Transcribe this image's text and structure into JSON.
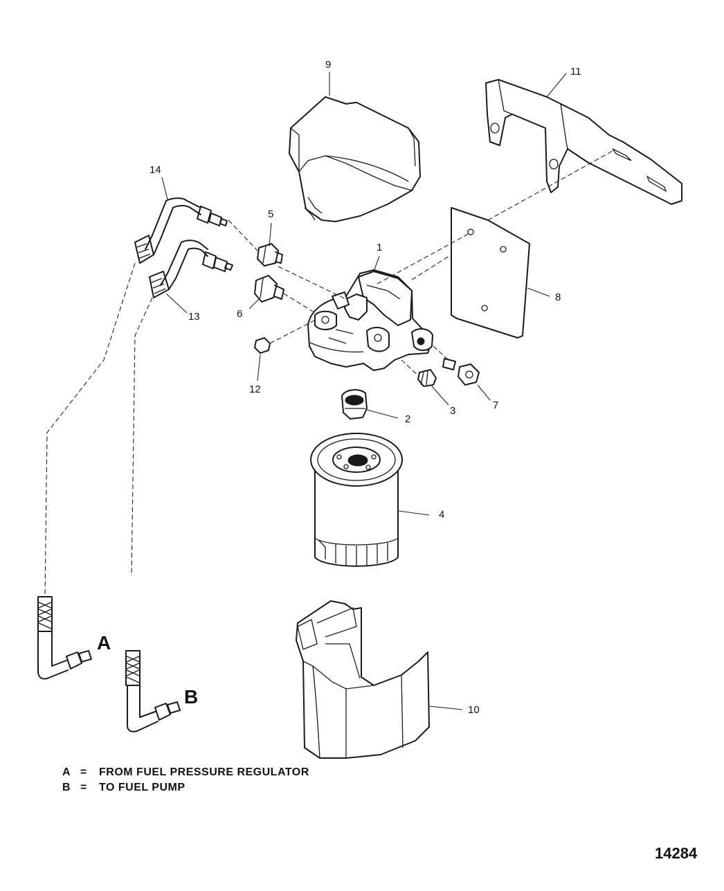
{
  "callouts": {
    "c1": "1",
    "c2": "2",
    "c3": "3",
    "c4": "4",
    "c5": "5",
    "c6": "6",
    "c7": "7",
    "c8": "8",
    "c9": "9",
    "c10": "10",
    "c11": "11",
    "c12": "12",
    "c13": "13",
    "c14": "14"
  },
  "line_ends": {
    "a": "A",
    "b": "B"
  },
  "legend": [
    {
      "letter": "A",
      "sep": "=",
      "text": "FROM FUEL PRESSURE REGULATOR"
    },
    {
      "letter": "B",
      "sep": "=",
      "text": "TO FUEL PUMP"
    }
  ],
  "figure_number": "14284"
}
